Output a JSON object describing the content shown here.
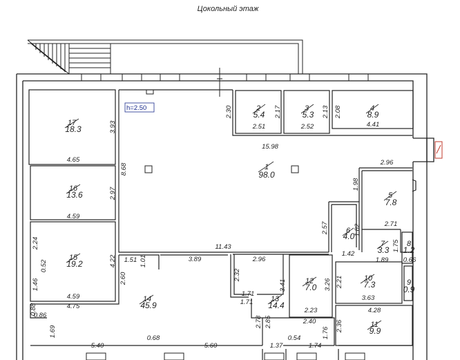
{
  "title": "Цокольный этаж",
  "ceiling_height": "h=2.50",
  "rooms": [
    {
      "id": "r1",
      "num": "1",
      "area": "98.0"
    },
    {
      "id": "r2",
      "num": "2",
      "area": "5.4"
    },
    {
      "id": "r3",
      "num": "3",
      "area": "5.3"
    },
    {
      "id": "r4",
      "num": "4",
      "area": "8.9"
    },
    {
      "id": "r5",
      "num": "5",
      "area": "7.8"
    },
    {
      "id": "r6",
      "num": "6",
      "area": "4.0"
    },
    {
      "id": "r7",
      "num": "7",
      "area": "3.3"
    },
    {
      "id": "r8",
      "num": "8",
      "area": "1.2"
    },
    {
      "id": "r9",
      "num": "9",
      "area": "0.9"
    },
    {
      "id": "r10",
      "num": "10",
      "area": "7.3"
    },
    {
      "id": "r11",
      "num": "11",
      "area": "9.9"
    },
    {
      "id": "r12",
      "num": "12",
      "area": "7.0"
    },
    {
      "id": "r13",
      "num": "13",
      "area": "14.4"
    },
    {
      "id": "r14",
      "num": "14",
      "area": "45.9"
    },
    {
      "id": "r15",
      "num": "15",
      "area": "19.2"
    },
    {
      "id": "r16",
      "num": "16",
      "area": "13.6"
    },
    {
      "id": "r17",
      "num": "17",
      "area": "18.3"
    }
  ],
  "dimensions": {
    "d_2_30": "2.30",
    "d_2_17": "2.17",
    "d_2_13": "2.13",
    "d_2_08": "2.08",
    "d_2_51": "2.51",
    "d_2_52": "2.52",
    "d_4_41": "4.41",
    "d_15_98": "15.98",
    "d_3_93": "3.93",
    "d_4_65": "4.65",
    "d_8_68": "8.68",
    "d_2_97": "2.97",
    "d_4_59a": "4.59",
    "d_2_24": "2.24",
    "d_0_52": "0.52",
    "d_4_22": "4.22",
    "d_1_46": "1.46",
    "d_4_59b": "4.59",
    "d_4_75": "4.75",
    "d_2_60": "2.60",
    "d_1_51": "1.51",
    "d_1_01": "1.01",
    "d_3_89": "3.89",
    "d_11_43": "11.43",
    "d_2_96a": "2.96",
    "d_2_96b": "2.96",
    "d_1_98": "1.98",
    "d_2_57": "2.57",
    "d_2_71": "2.71",
    "d_1_82": "1.82",
    "d_1_75": "1.75",
    "d_1_42": "1.42",
    "d_1_89": "1.89",
    "d_0_66": "0.66",
    "d_2_32": "2.32",
    "d_1_71a": "1.71",
    "d_1_71b": "1.71",
    "d_3_41": "3.41",
    "d_3_26": "3.26",
    "d_2_21": "2.21",
    "d_2_23": "2.23",
    "d_3_63": "3.63",
    "d_4_28": "4.28",
    "d_2_40": "2.40",
    "d_2_36": "2.36",
    "d_2_78": "2.78",
    "d_2_85": "2.85",
    "d_0_54": "0.54",
    "d_1_76": "1.76",
    "d_1_37": "1.37",
    "d_1_74": "1.74",
    "d_0_88": "0.88",
    "d_0_86": "0.86",
    "d_1_69": "1.69",
    "d_5_40": "5.40",
    "d_0_68": "0.68",
    "d_5_60": "5.60"
  }
}
